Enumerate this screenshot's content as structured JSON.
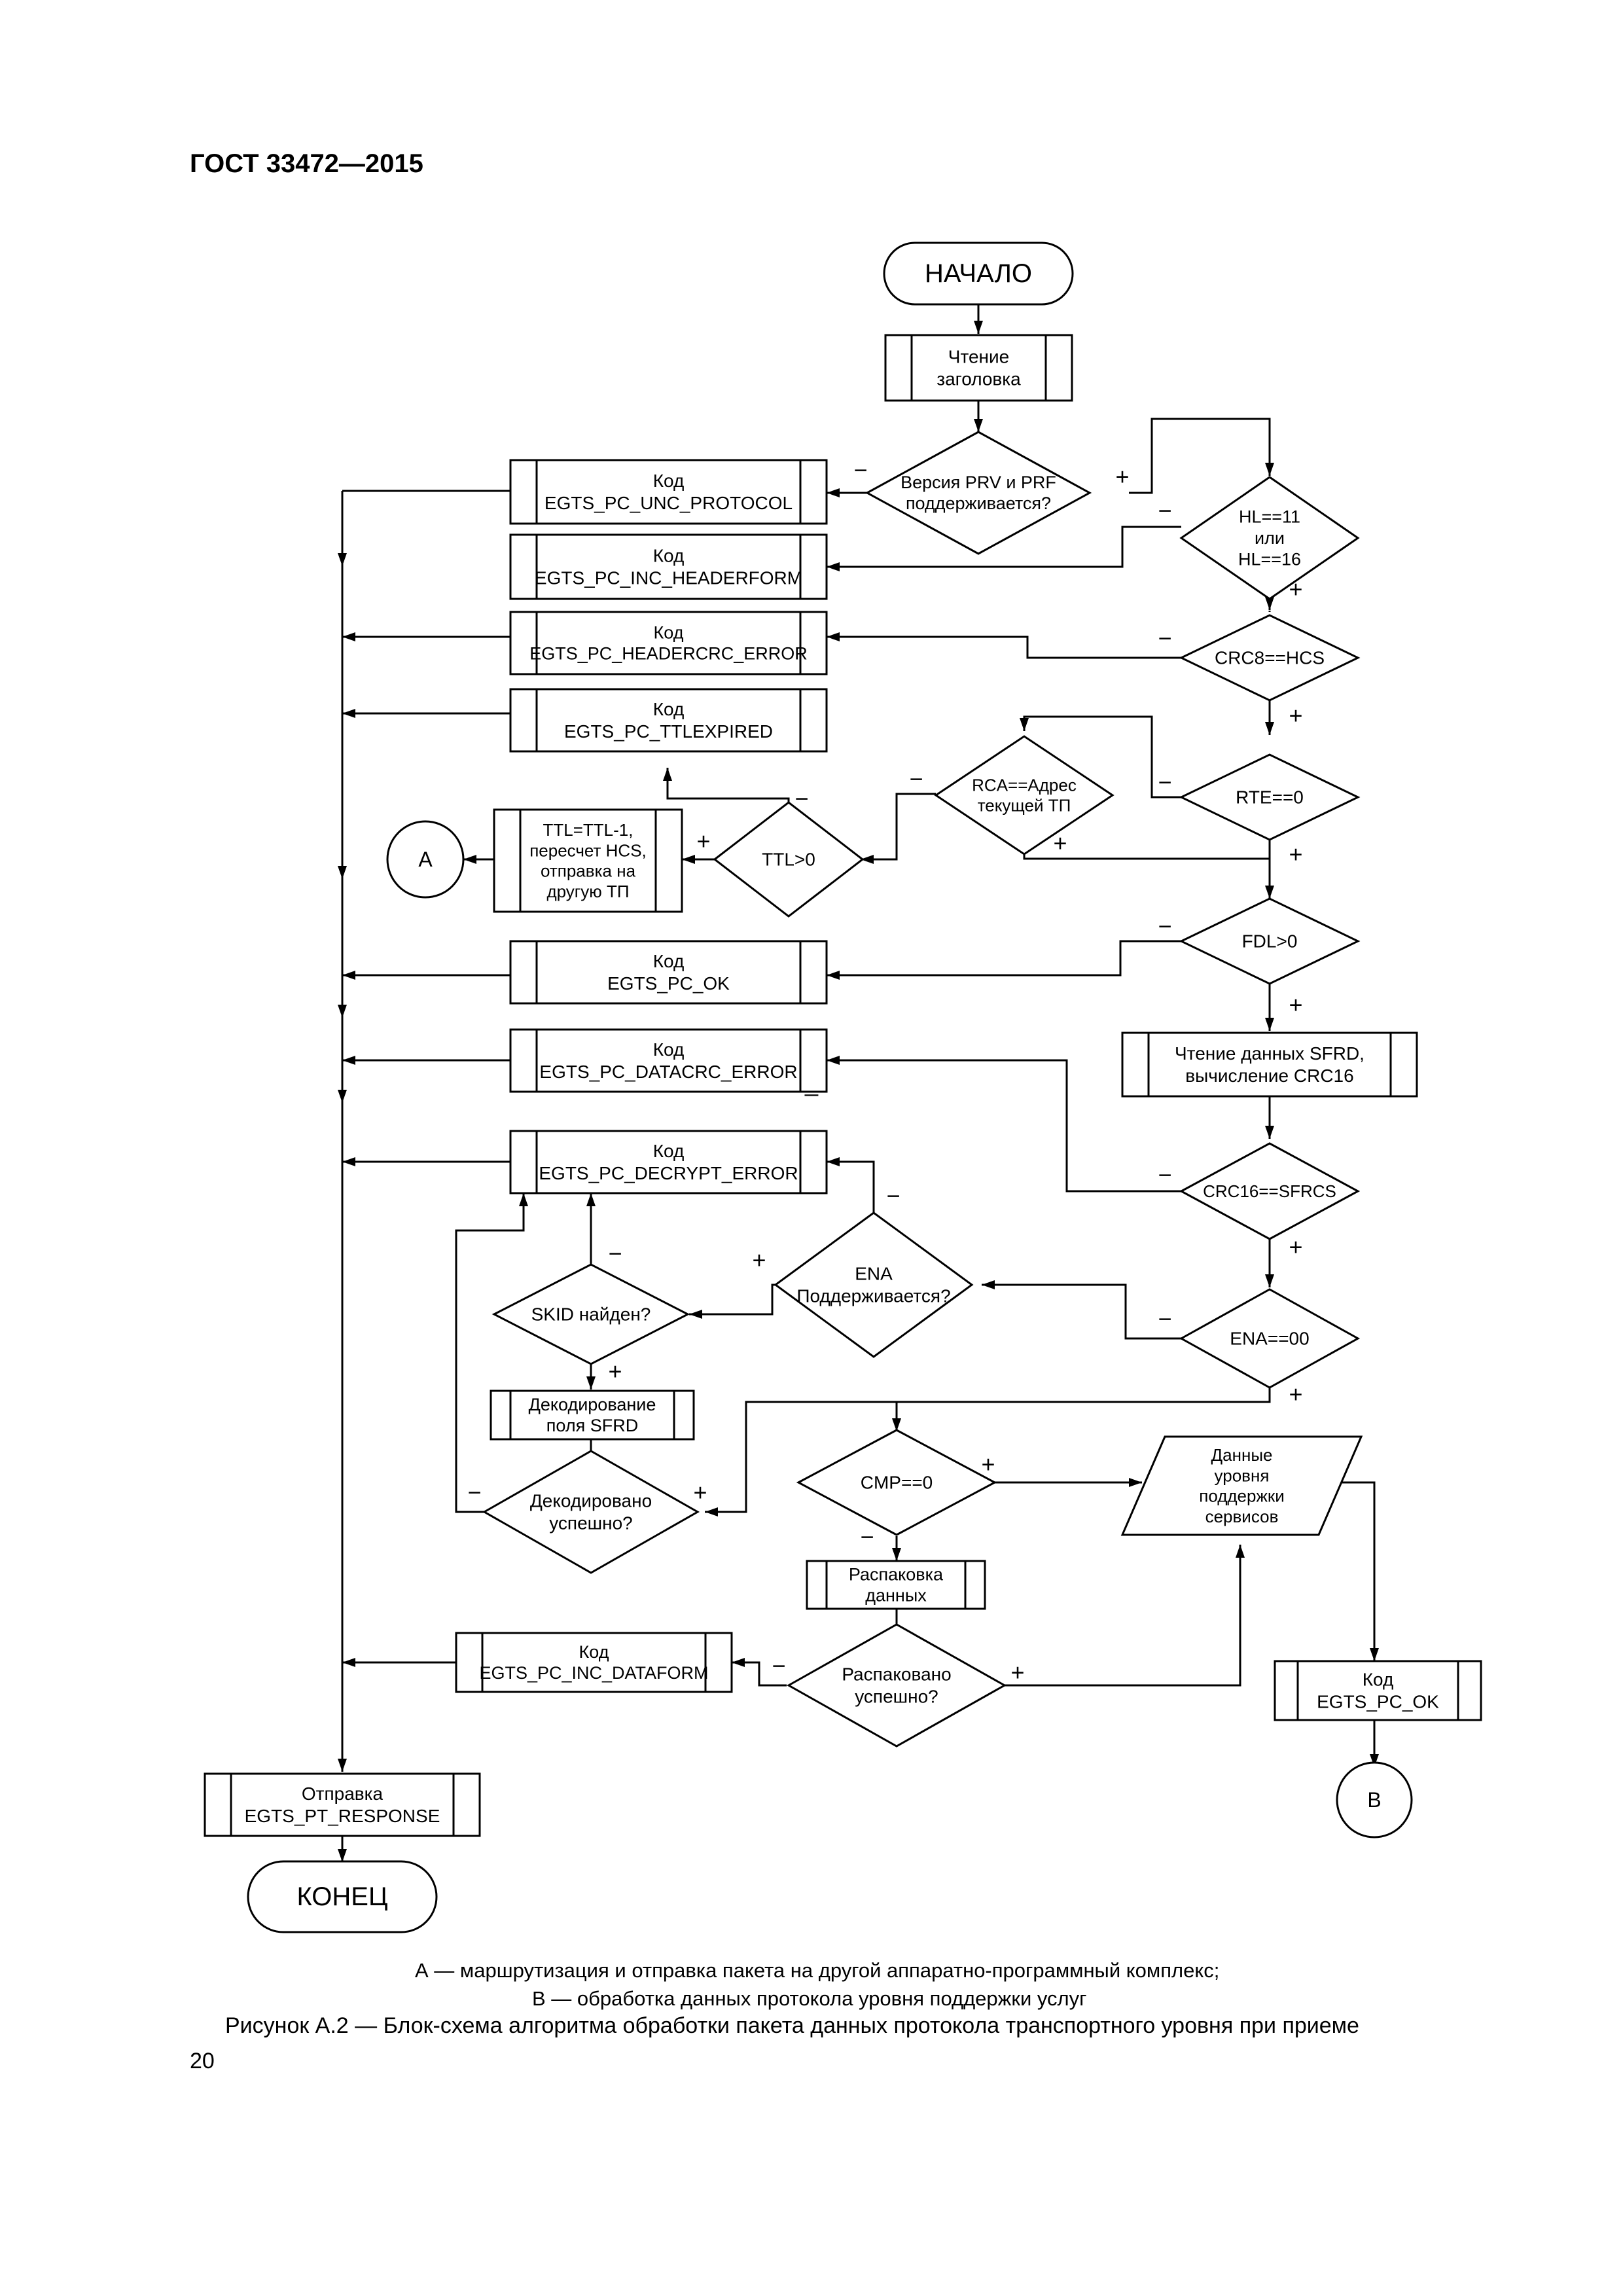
{
  "header": {
    "doc_title": "ГОСТ 33472—2015"
  },
  "blocks": {
    "start": "НАЧАЛО",
    "read_header": [
      "Чтение",
      "заголовка"
    ],
    "prv_prf": [
      "Версия PRV и PRF",
      "поддерживается?"
    ],
    "hl": [
      "HL==11",
      "или",
      "HL==16"
    ],
    "unc_protocol": [
      "Код",
      "EGTS_PC_UNC_PROTOCOL"
    ],
    "inc_headerform": [
      "Код",
      "EGTS_PC_INC_HEADERFORM"
    ],
    "headercrc_error": [
      "Код",
      "EGTS_PC_HEADERCRC_ERROR"
    ],
    "ttlexpired": [
      "Код",
      "EGTS_PC_TTLEXPIRED"
    ],
    "crc8": [
      "CRC8==HCS"
    ],
    "rte": [
      "RTE==0"
    ],
    "rca": [
      "RCA==Адрес",
      "текущей ТП"
    ],
    "ttl": [
      "TTL>0"
    ],
    "ttl_action": [
      "TTL=TTL-1,",
      "пересчет HCS,",
      "отправка на",
      "другую ТП"
    ],
    "conn_a": "A",
    "fdl": [
      "FDL>0"
    ],
    "pc_ok": [
      "Код",
      "EGTS_PC_OK"
    ],
    "read_sfrd": [
      "Чтение данных SFRD,",
      "вычисление CRC16"
    ],
    "datacrc_error": [
      "Код",
      "EGTS_PC_DATACRC_ERROR"
    ],
    "crc16": [
      "CRC16==SFRCS"
    ],
    "decrypt_error": [
      "Код",
      "EGTS_PC_DECRYPT_ERROR"
    ],
    "ena_supported": [
      "ENA",
      "Поддерживается?"
    ],
    "ena00": [
      "ENA==00"
    ],
    "skid": [
      "SKID найден?"
    ],
    "decode": [
      "Декодирование",
      "поля SFRD"
    ],
    "decoded_ok": [
      "Декодировано",
      "успешно?"
    ],
    "cmp": [
      "CMP==0"
    ],
    "service_data": [
      "Данные",
      "уровня",
      "поддержки",
      "сервисов"
    ],
    "unpack": [
      "Распаковка",
      "данных"
    ],
    "unpacked_ok": [
      "Распаковано",
      "успешно?"
    ],
    "inc_dataform": [
      "Код",
      "EGTS_PC_INC_DATAFORM"
    ],
    "pc_ok2": [
      "Код",
      "EGTS_PC_OK"
    ],
    "conn_b": "B",
    "send_response": [
      "Отправка",
      "EGTS_PT_RESPONSE"
    ],
    "end": "КОНЕЦ"
  },
  "labels": {
    "yes": "+",
    "no": "−",
    "datacrc_mark": "_"
  },
  "footer": {
    "legend_a": "А — маршрутизация и отправка пакета на другой аппаратно-программный комплекс;",
    "legend_b": "В — обработка данных протокола уровня поддержки услуг",
    "caption": "Рисунок А.2 — Блок-схема алгоритма обработки пакета данных протокола транспортного уровня при приеме",
    "page_number": "20"
  }
}
